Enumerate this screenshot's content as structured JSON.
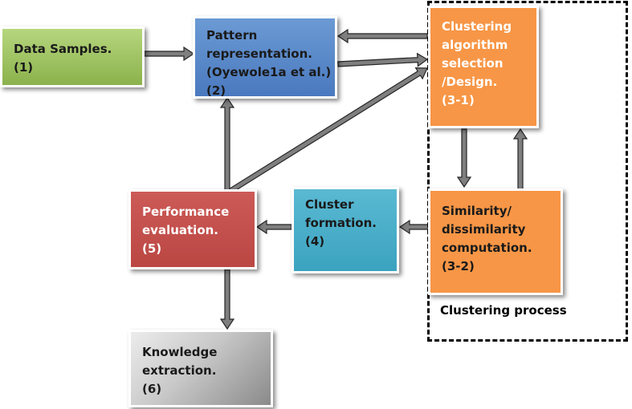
{
  "diagram": {
    "nodes": [
      {
        "id": "1",
        "lines": [
          "Data Samples.",
          "(1)"
        ]
      },
      {
        "id": "2",
        "lines": [
          "Pattern",
          "representation.",
          "(Oyewole1a et al.)",
          "(2)"
        ]
      },
      {
        "id": "3-1",
        "lines": [
          "Clustering",
          "algorithm",
          "selection",
          "/Design.",
          "(3-1)"
        ]
      },
      {
        "id": "3-2",
        "lines": [
          "Similarity/",
          "dissimilarity",
          "computation.",
          "(3-2)"
        ]
      },
      {
        "id": "4",
        "lines": [
          "Cluster",
          "formation.",
          "(4)"
        ]
      },
      {
        "id": "5",
        "lines": [
          "Performance",
          "evaluation.",
          "(5)"
        ]
      },
      {
        "id": "6",
        "lines": [
          "Knowledge",
          "extraction.",
          "(6)"
        ]
      }
    ],
    "group_label": "Clustering process",
    "edges": [
      {
        "from": "1",
        "to": "2"
      },
      {
        "from": "3-1",
        "to": "2"
      },
      {
        "from": "2",
        "to": "3-1"
      },
      {
        "from": "5",
        "to": "3-1"
      },
      {
        "from": "3-1",
        "to": "3-2"
      },
      {
        "from": "3-2",
        "to": "3-1"
      },
      {
        "from": "3-2",
        "to": "4"
      },
      {
        "from": "4",
        "to": "5"
      },
      {
        "from": "5",
        "to": "2"
      },
      {
        "from": "5",
        "to": "6"
      }
    ],
    "colors": {
      "node_1": "#9bc25c",
      "node_2": "#5a88c8",
      "node_3": "#f79646",
      "node_4": "#4bacc6",
      "node_5": "#c0504d",
      "node_6": "#a6a6a6",
      "arrow_fill": "#7f7f7f",
      "arrow_stroke": "#262626",
      "group_border": "#000000"
    }
  }
}
